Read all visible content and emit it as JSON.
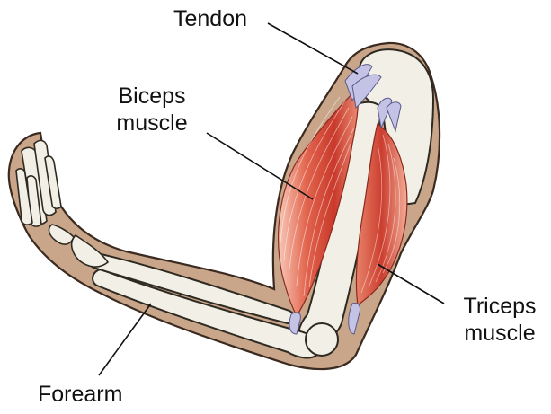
{
  "labels": {
    "tendon": "Tendon",
    "biceps": [
      "Biceps",
      "muscle"
    ],
    "triceps": [
      "Triceps",
      "muscle"
    ],
    "forearm": "Forearm"
  },
  "colors": {
    "skin": "#c9a58a",
    "skin_outline": "#3a2a20",
    "bone": "#f2f0e6",
    "bone_outline": "#2e2a22",
    "muscle_light": "#f4b9a6",
    "muscle_mid": "#e0604a",
    "muscle_dark": "#c2372a",
    "tendon": "#bdbce0",
    "leader_line": "#111111"
  }
}
